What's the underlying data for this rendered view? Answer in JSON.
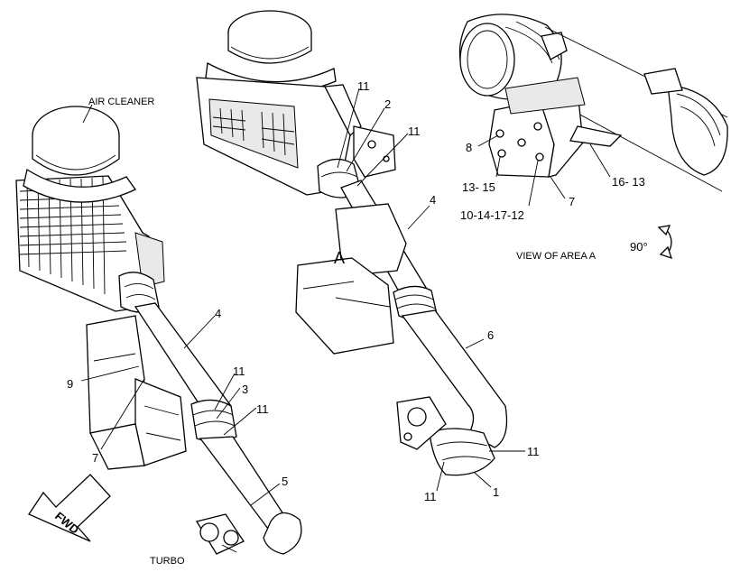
{
  "captions": {
    "air_cleaner": "AIR CLEANER",
    "turbo": "TURBO",
    "view_of_area": "VIEW OF AREA  A",
    "rotation": "90°",
    "area_marker": "A",
    "fwd": "FWD"
  },
  "callouts": {
    "left_4": "4",
    "left_9": "9",
    "left_11a": "11",
    "left_3": "3",
    "left_11b": "11",
    "left_7": "7",
    "left_5": "5",
    "mid_11a": "11",
    "mid_2": "2",
    "mid_11b": "11",
    "mid_4": "4",
    "mid_6": "6",
    "mid_11c": "11",
    "mid_11d": "11",
    "mid_1": "1",
    "view_8": "8",
    "view_13_15": "13- 15",
    "view_10_14_17_12": "10-14-17-12",
    "view_7": "7",
    "view_16_13": "16- 13"
  }
}
